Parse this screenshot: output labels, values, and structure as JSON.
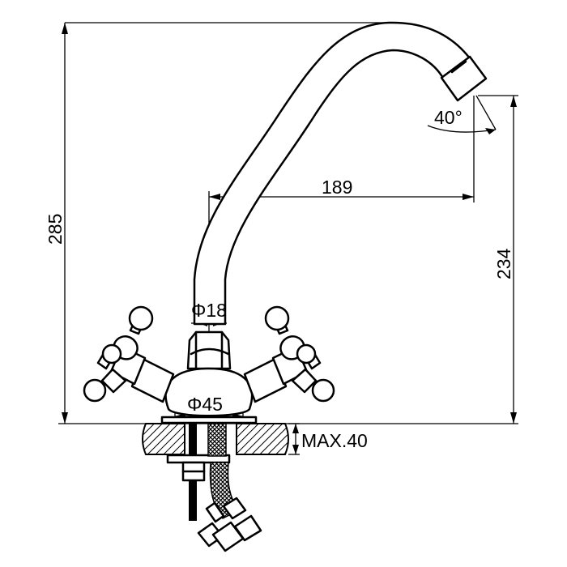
{
  "dimensions": {
    "overall_height": "285",
    "spout_height": "234",
    "spout_reach": "189",
    "spout_angle": "40°",
    "spout_diameter": "Φ18",
    "base_diameter": "Φ45",
    "max_countertop": "MAX.40"
  },
  "colors": {
    "line": "#000000",
    "background": "#ffffff"
  }
}
